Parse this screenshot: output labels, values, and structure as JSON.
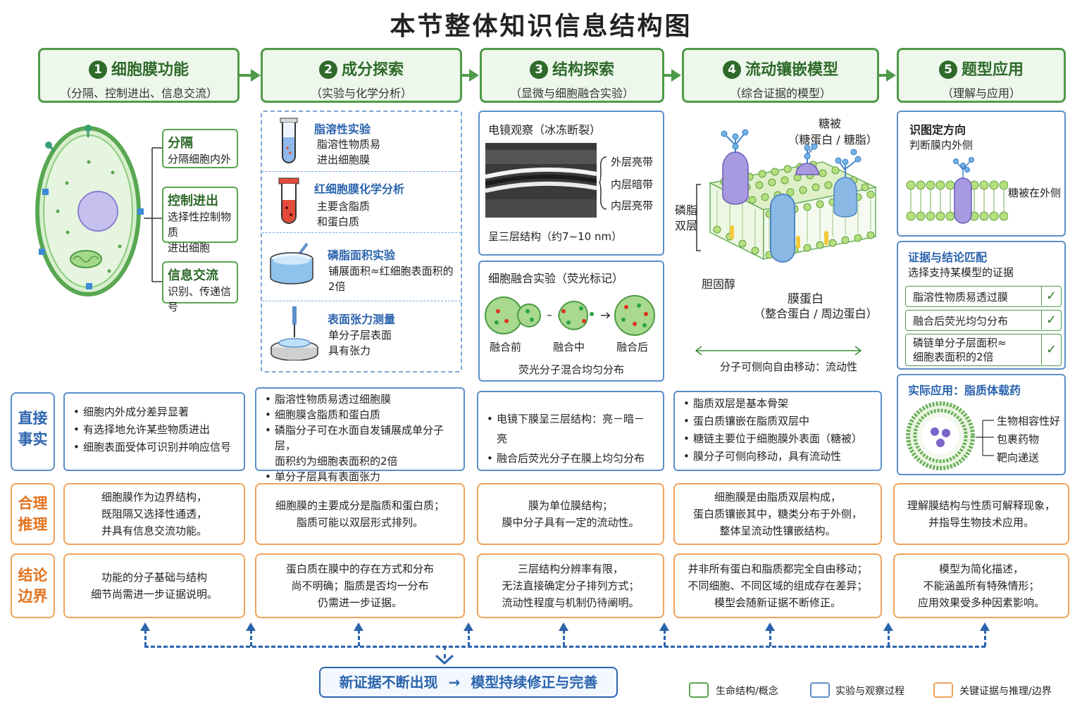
{
  "title": "本节整体知识信息结构图",
  "stages": [
    {
      "num": "1",
      "title": "细胞膜功能",
      "subtitle": "（分隔、控制进出、信息交流）"
    },
    {
      "num": "2",
      "title": "成分探索",
      "subtitle": "（实验与化学分析）"
    },
    {
      "num": "3",
      "title": "结构探索",
      "subtitle": "（显微与细胞融合实验）"
    },
    {
      "num": "4",
      "title": "流动镶嵌模型",
      "subtitle": "（综合证据的模型）"
    },
    {
      "num": "5",
      "title": "题型应用",
      "subtitle": "（理解与应用）"
    }
  ],
  "col1": {
    "functions": [
      {
        "title": "分隔",
        "desc": "分隔细胞内外"
      },
      {
        "title": "控制进出",
        "desc": "选择性控制物质\n进出细胞"
      },
      {
        "title": "信息交流",
        "desc": "识别、传递信号"
      }
    ]
  },
  "col2": {
    "experiments": [
      {
        "title": "脂溶性实验",
        "desc": "脂溶性物质易\n进出细胞膜"
      },
      {
        "title": "红细胞膜化学分析",
        "desc": "主要含脂质\n和蛋白质"
      },
      {
        "title": "磷脂面积实验",
        "desc": "铺展面积≈红细胞表面积的\n2倍"
      },
      {
        "title": "表面张力测量",
        "desc": "单分子层表面\n具有张力"
      }
    ]
  },
  "col3": {
    "em_title": "电镜观察（冰冻断裂）",
    "em_labels": [
      "外层亮带",
      "内层暗带",
      "内层亮带"
    ],
    "em_caption": "呈三层结构（约7~10 nm）",
    "fusion_title": "细胞融合实验（荧光标记）",
    "fusion_labels": [
      "融合前",
      "融合中",
      "融合后"
    ],
    "fusion_caption": "荧光分子混合均匀分布"
  },
  "col4": {
    "glycocalyx": "糖被",
    "glycocalyx_sub": "（糖蛋白 / 糖脂）",
    "phospholipid": "磷脂\n双层",
    "cholesterol": "胆固醇",
    "protein": "膜蛋白",
    "protein_sub": "（整合蛋白 / 周边蛋白）",
    "movement": "分子可侧向自由移动：流动性"
  },
  "col5": {
    "orient_title": "识图定方向",
    "orient_sub": "判断膜内外侧",
    "orient_label": "糖被在外侧",
    "match_title": "证据与结论匹配",
    "match_sub": "选择支持某模型的证据",
    "match_items": [
      "脂溶性物质易透过膜",
      "融合后荧光均匀分布",
      "磷链单分子层面积≈\n细胞表面积的2倍"
    ],
    "app_title": "实际应用：脂质体载药",
    "app_items": [
      "生物相容性好",
      "包裹药物",
      "靶向递送"
    ]
  },
  "rows": {
    "facts_label": "直接\n事实",
    "reason_label": "合理\n推理",
    "boundary_label": "结论\n边界"
  },
  "facts": [
    [
      "细胞内外成分差异显著",
      "有选择地允许某些物质进出",
      "细胞表面受体可识别并响应信号"
    ],
    [
      "脂溶性物质易透过细胞膜",
      "细胞膜含脂质和蛋白质",
      "磷脂分子可在水面自发铺展成单分子层，\n面积约为细胞表面积的2倍",
      "单分子层具有表面张力"
    ],
    [
      "电镜下膜呈三层结构：亮－暗－亮",
      "融合后荧光分子在膜上均匀分布"
    ],
    [
      "脂质双层是基本骨架",
      "蛋白质镶嵌在脂质双层中",
      "糖链主要位于细胞膜外表面（糖被）",
      "膜分子可侧向移动，具有流动性"
    ]
  ],
  "reasons": [
    "细胞膜作为边界结构，\n既阻隔又选择性通透，\n并具有信息交流功能。",
    "细胞膜的主要成分是脂质和蛋白质；\n脂质可能以双层形式排列。",
    "膜为单位膜结构；\n膜中分子具有一定的流动性。",
    "细胞膜是由脂质双层构成，\n蛋白质镶嵌其中，糖类分布于外侧，\n整体呈流动性镶嵌结构。",
    "理解膜结构与性质可解释现象，\n并指导生物技术应用。"
  ],
  "boundaries": [
    "功能的分子基础与结构\n细节尚需进一步证据说明。",
    "蛋白质在膜中的存在方式和分布\n尚不明确；脂质是否均一分布\n仍需进一步证据。",
    "三层结构分辨率有限，\n无法直接确定分子排列方式；\n流动性程度与机制仍待阐明。",
    "并非所有蛋白和脂质都完全自由移动；\n不同细胞、不同区域的组成存在差异；\n模型会随新证据不断修正。",
    "模型为简化描述，\n不能涵盖所有特殊情形；\n应用效果受多种因素影响。"
  ],
  "bottom": {
    "part1": "新证据不断出现",
    "arrow": "→",
    "part2": "模型持续修正与完善"
  },
  "legend": [
    {
      "label": "生命结构/概念",
      "color": "#5aa451"
    },
    {
      "label": "实验与观察过程",
      "color": "#5b8fc9"
    },
    {
      "label": "关键证据与推理/边界",
      "color": "#f0a35a"
    }
  ],
  "colors": {
    "green": "#5aa451",
    "blue": "#2b64ad",
    "orange": "#f0a35a"
  }
}
